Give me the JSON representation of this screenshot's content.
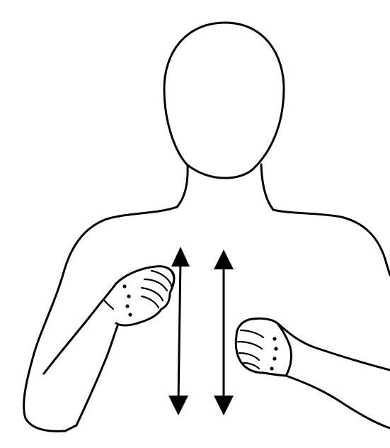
{
  "illustration": {
    "ink_color": "#000000",
    "background_color": "#ffffff",
    "motion": "up-and-down",
    "arrow_count": 2,
    "hands": "closed fists"
  }
}
